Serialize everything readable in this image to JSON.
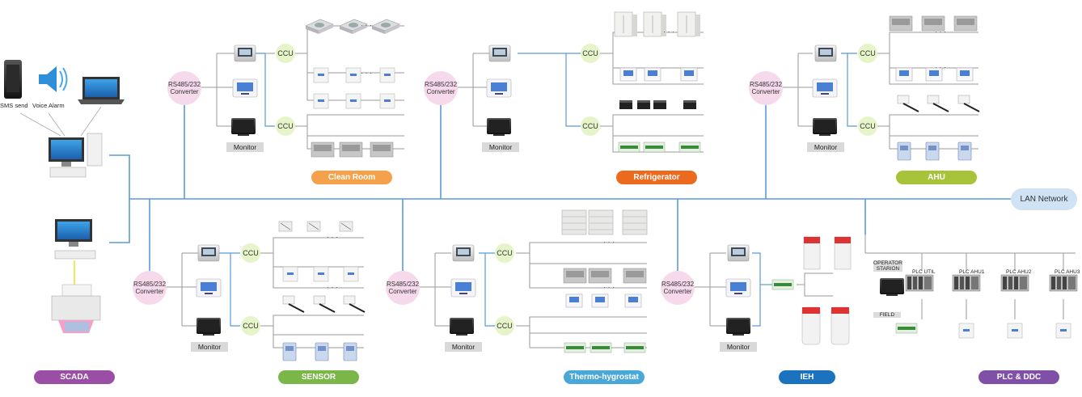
{
  "lan_network": "LAN Network",
  "scada": {
    "sms_send": "SMS send",
    "voice_alarm": "Voice Alarm",
    "category": "SCADA"
  },
  "converter_label": [
    "RS485/232",
    "Converter"
  ],
  "ccu_label": "CCU",
  "monitor_label": "Monitor",
  "sections": {
    "clean_room": {
      "category": "Clean Room",
      "color": "#f5a04a"
    },
    "refrigerator": {
      "category": "Refrigerator",
      "color": "#ec6a1e"
    },
    "ahu": {
      "category": "AHU",
      "color": "#a6c33a"
    },
    "sensor": {
      "category": "SENSOR",
      "color": "#7ab648"
    },
    "thermo_hygrostat": {
      "category": "Thermo-hygrostat",
      "color": "#4aa8d8"
    },
    "ieh": {
      "category": "IEH",
      "color": "#1b73c0"
    },
    "plc_ddc": {
      "category": "PLC & DDC",
      "color": "#8050a8"
    }
  },
  "scada_color": "#9b4ea5",
  "plc": {
    "operator_station": [
      "OPERATOR",
      "STARION"
    ],
    "field": "FIELD",
    "plc_util": "PLC UTIL",
    "plc_ahu1": "PLC AHU1",
    "plc_ahu2": "PLC AHU2",
    "plc_ahu3": "PLC AHU3"
  },
  "icons": [
    "smartphone-icon",
    "speaker-icon",
    "laptop-icon",
    "desktop-pc-icon",
    "printer-icon",
    "touch-panel-icon",
    "monitor-icon",
    "controller-icon",
    "fan-filter-unit-icon",
    "sensor-icon",
    "plc-rack-icon"
  ]
}
